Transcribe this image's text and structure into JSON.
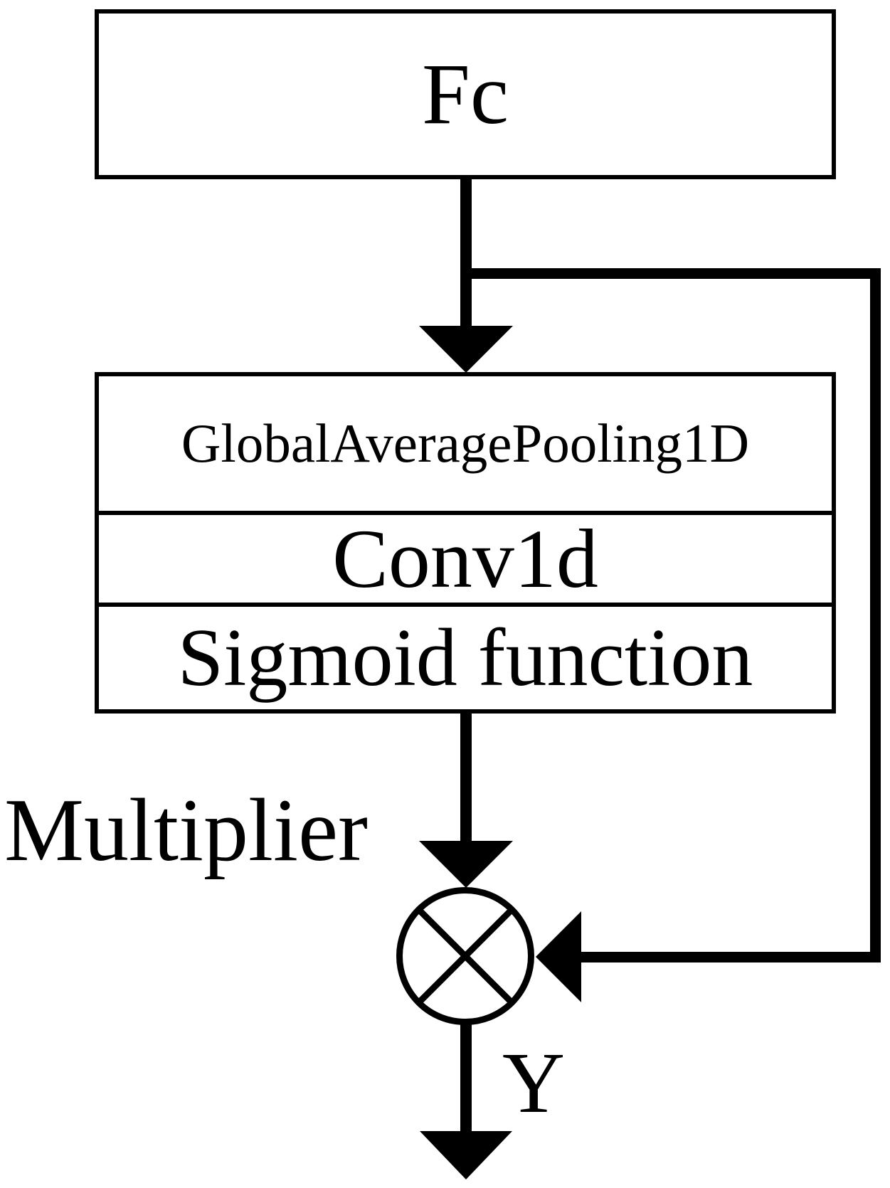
{
  "diagram": {
    "title_hint": "channel attention block flow diagram",
    "colors": {
      "line": "#000000",
      "background": "#ffffff"
    },
    "fc_box": {
      "label": "Fc"
    },
    "se_block": {
      "layers": [
        {
          "label": "GlobalAveragePooling1D"
        },
        {
          "label": "Conv1d"
        },
        {
          "label": "Sigmoid function"
        }
      ]
    },
    "multiplier": {
      "label": "Multiplier",
      "symbol": "circled-times"
    },
    "output": {
      "label": "Y"
    }
  }
}
